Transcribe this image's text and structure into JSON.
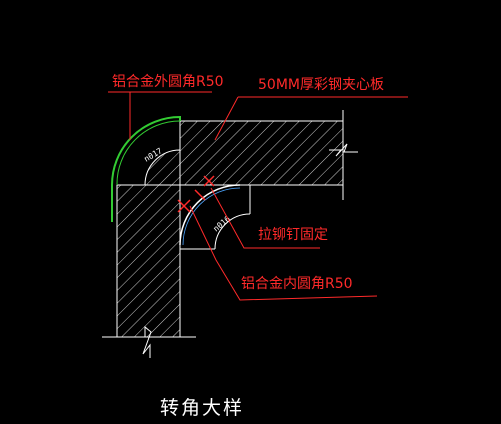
{
  "labels": {
    "outer_corner": "铝合金外圆角R50",
    "panel": "50MM厚彩钢夹心板",
    "rivet": "拉铆钉固定",
    "inner_corner": "铝合金内圆角R50",
    "title": "转角大样"
  },
  "dims": {
    "outer_arc": "n017",
    "inner_arc": "n016"
  },
  "colors": {
    "background": "#000000",
    "leader": "#ff2a2a",
    "profile_outer": "#33cc33",
    "profile_inner": "#ffffff",
    "inner_profile_accent": "#4da6ff",
    "wall_hatch": "#ffffff"
  }
}
